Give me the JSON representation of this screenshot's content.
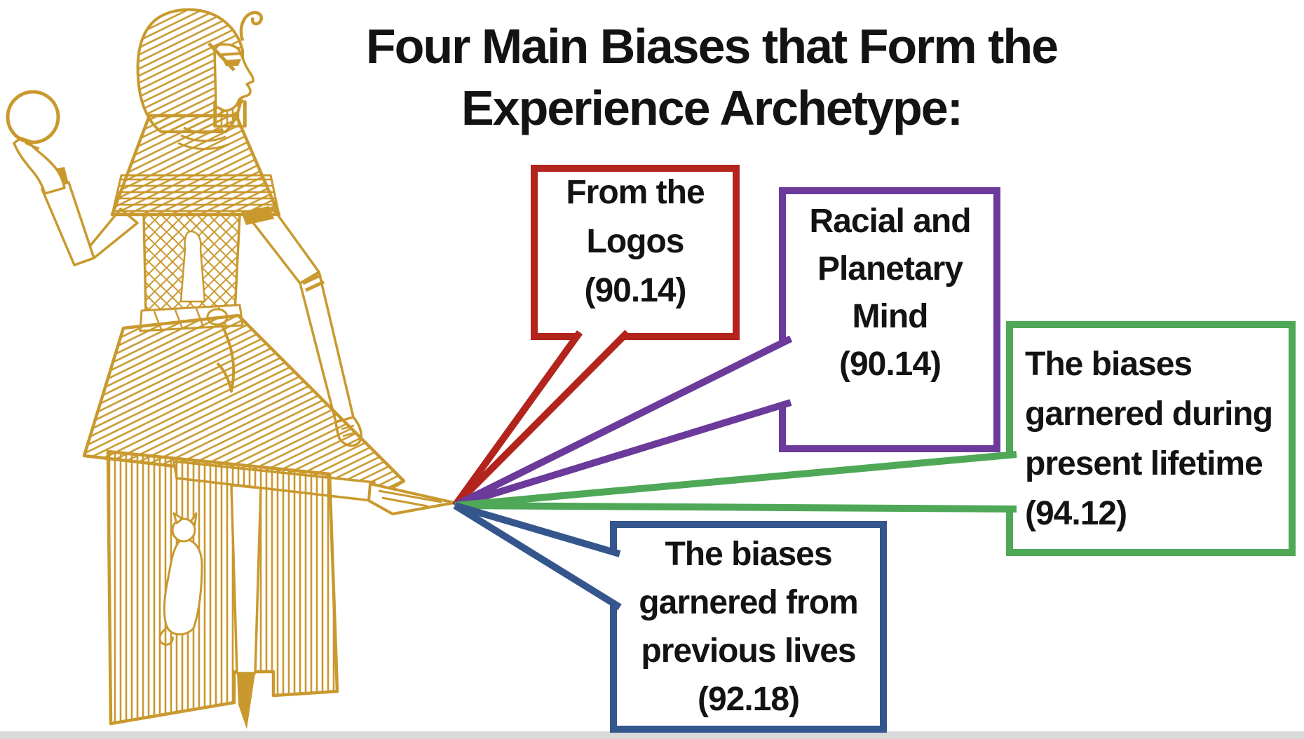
{
  "title": {
    "line1": "Four Main Biases that Form the",
    "line2": "Experience Archetype:"
  },
  "callouts": [
    {
      "name": "from-the-logos",
      "lines": [
        "From the",
        "Logos",
        "(90.14)"
      ]
    },
    {
      "name": "racial-and-planetary-mind",
      "lines": [
        "Racial and",
        "Planetary",
        "Mind",
        "(90.14)"
      ]
    },
    {
      "name": "biases-present-lifetime",
      "lines": [
        "The biases",
        "garnered during",
        "present lifetime",
        "(94.12)"
      ]
    },
    {
      "name": "biases-previous-lives",
      "lines": [
        "The biases",
        "garnered from",
        "previous lives",
        "(92.18)"
      ]
    }
  ],
  "colors": {
    "red": "#B2241C",
    "purple": "#6B3A9B",
    "green": "#4EA857",
    "blue": "#35568D",
    "gold": "#C9992E",
    "text": "#131313",
    "bottom_bar": "#D9D9D9",
    "background": "#FFFFFF"
  }
}
